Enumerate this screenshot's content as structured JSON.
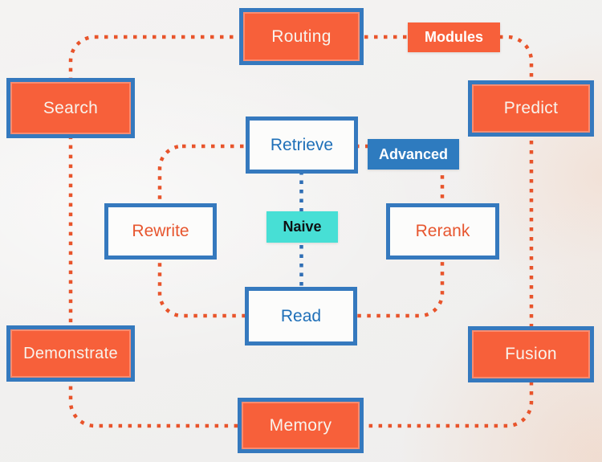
{
  "paradigm_tags": {
    "naive": {
      "label": "Naive"
    },
    "advanced": {
      "label": "Advanced"
    },
    "modules": {
      "label": "Modules"
    }
  },
  "module_nodes": {
    "routing": {
      "label": "Routing"
    },
    "search": {
      "label": "Search"
    },
    "predict": {
      "label": "Predict"
    },
    "demonstrate": {
      "label": "Demonstrate"
    },
    "fusion": {
      "label": "Fusion"
    },
    "memory": {
      "label": "Memory"
    }
  },
  "advanced_nodes": {
    "retrieve": {
      "label": "Retrieve"
    },
    "rewrite": {
      "label": "Rewrite"
    },
    "rerank": {
      "label": "Rerank"
    },
    "read": {
      "label": "Read"
    }
  },
  "colors": {
    "node_fill_orange": "#F7603A",
    "node_border_blue": "#3579BE",
    "node_fill_white": "#FCFCFB",
    "text_blue": "#1E6FB8",
    "text_orange": "#E7562F",
    "connector_orange": "#E8542B",
    "connector_blue": "#2F6EB5",
    "tag_naive_bg": "#47DFD5",
    "tag_advanced_bg": "#2E7BBF",
    "tag_modules_bg": "#F7603A",
    "background": "#F2F1F0"
  }
}
